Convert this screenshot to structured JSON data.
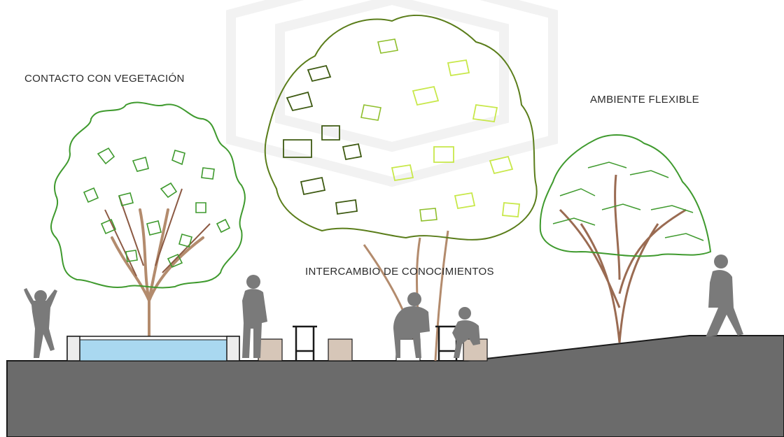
{
  "labels": {
    "contact": "CONTACTO CON VEGETACIÓN",
    "exchange": "INTERCAMBIO DE CONOCIMIENTOS",
    "flexible": "AMBIENTE FLEXIBLE"
  },
  "colors": {
    "ground": "#6b6b6b",
    "silhouette": "#7a7a7a",
    "water": "#a9d8f0",
    "seat": "#d6c6b8",
    "trunk": "#b38b6d",
    "leaf_dark": "#3e5a12",
    "leaf_mid": "#3f9a2e",
    "leaf_light": "#c8e84a",
    "watermark": "#f4f4f4"
  },
  "icons": [
    "tree-round-icon",
    "tree-canopy-icon",
    "tree-umbrella-icon",
    "person-silhouette-icon",
    "planter-icon",
    "stool-icon",
    "high-table-icon"
  ]
}
